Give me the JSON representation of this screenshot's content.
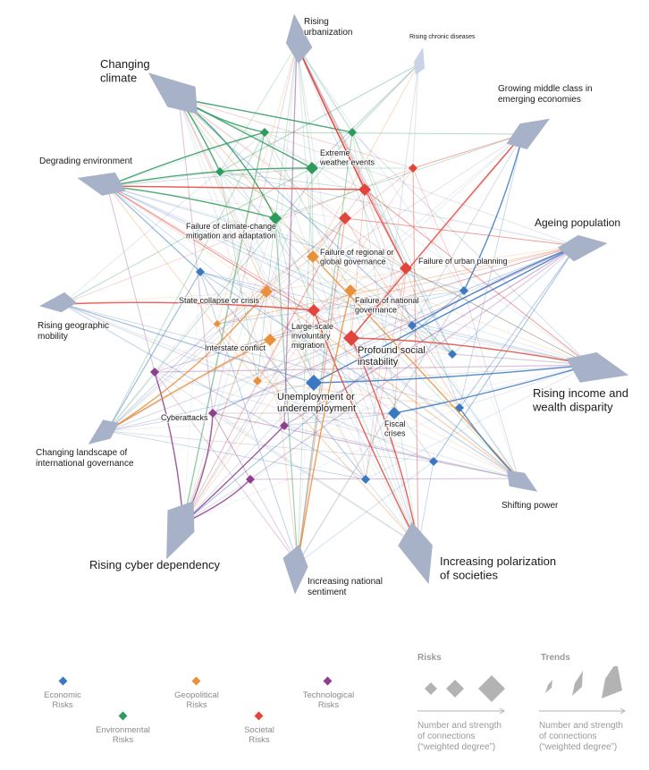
{
  "colors": {
    "economic": "#3A78C2",
    "environmental": "#2E9A5B",
    "geopolitical": "#E8903A",
    "societal": "#E2453B",
    "technological": "#8E3E8E",
    "trend": "#A7B1C7",
    "trend_light": "#C9D3E8",
    "legend_gray": "#B3B3B3"
  },
  "trends": [
    {
      "id": "urban",
      "label": "Rising\nurbanization",
      "size": "m"
    },
    {
      "id": "chronic",
      "label": "Rising chronic diseases",
      "size": "xs"
    },
    {
      "id": "middle",
      "label": "Growing middle class in\nemerging economies",
      "size": "m"
    },
    {
      "id": "ageing",
      "label": "Ageing population",
      "size": "m"
    },
    {
      "id": "income",
      "label": "Rising income and\nwealth disparity",
      "size": "l"
    },
    {
      "id": "shifting",
      "label": "Shifting power",
      "size": "s"
    },
    {
      "id": "polar",
      "label": "Increasing polarization\nof societies",
      "size": "l"
    },
    {
      "id": "national",
      "label": "Increasing national\nsentiment",
      "size": "m"
    },
    {
      "id": "cyber",
      "label": "Rising cyber dependency",
      "size": "l"
    },
    {
      "id": "landscape",
      "label": "Changing landscape of\ninternational governance",
      "size": "s"
    },
    {
      "id": "mobility",
      "label": "Rising geographic\nmobility",
      "size": "s"
    },
    {
      "id": "degrading",
      "label": "Degrading environment",
      "size": "m"
    },
    {
      "id": "climate",
      "label": "Changing\nclimate",
      "size": "l"
    }
  ],
  "risks": [
    {
      "id": "r1",
      "label": "",
      "cat": "environmental",
      "size": "s"
    },
    {
      "id": "r2",
      "label": "",
      "cat": "environmental",
      "size": "s"
    },
    {
      "id": "r3",
      "label": "Extreme\nweather events",
      "cat": "environmental",
      "size": "m"
    },
    {
      "id": "r4",
      "label": "",
      "cat": "societal",
      "size": "s"
    },
    {
      "id": "r5",
      "label": "",
      "cat": "environmental",
      "size": "s"
    },
    {
      "id": "r6",
      "label": "",
      "cat": "societal",
      "size": "m"
    },
    {
      "id": "r7",
      "label": "",
      "cat": "societal",
      "size": "m"
    },
    {
      "id": "r8",
      "label": "Failure of climate-change\nmitigation and adaptation",
      "cat": "environmental",
      "size": "m"
    },
    {
      "id": "r9",
      "label": "Failure of regional or\nglobal governance",
      "cat": "geopolitical",
      "size": "m"
    },
    {
      "id": "r10",
      "label": "Failure of urban planning",
      "cat": "societal",
      "size": "m"
    },
    {
      "id": "r11",
      "label": "",
      "cat": "economic",
      "size": "s"
    },
    {
      "id": "r12",
      "label": "State collapse or crisis",
      "cat": "geopolitical",
      "size": "m"
    },
    {
      "id": "r13",
      "label": "Failure of national\ngovernance",
      "cat": "geopolitical",
      "size": "m"
    },
    {
      "id": "r14",
      "label": "",
      "cat": "economic",
      "size": "s"
    },
    {
      "id": "r15",
      "label": "Large-scale\ninvoluntary\nmigration",
      "cat": "societal",
      "size": "m"
    },
    {
      "id": "r16",
      "label": "",
      "cat": "economic",
      "size": "s"
    },
    {
      "id": "r17",
      "label": "",
      "cat": "geopolitical",
      "size": "xs"
    },
    {
      "id": "r18",
      "label": "Interstate conflict",
      "cat": "geopolitical",
      "size": "m"
    },
    {
      "id": "r19",
      "label": "Profound social\ninstability",
      "cat": "societal",
      "size": "l"
    },
    {
      "id": "r20",
      "label": "",
      "cat": "economic",
      "size": "s"
    },
    {
      "id": "r21",
      "label": "",
      "cat": "technological",
      "size": "s"
    },
    {
      "id": "r22",
      "label": "",
      "cat": "geopolitical",
      "size": "s"
    },
    {
      "id": "r23",
      "label": "Unemployment or\nunderemployment",
      "cat": "economic",
      "size": "l"
    },
    {
      "id": "r24",
      "label": "Cyberattacks",
      "cat": "technological",
      "size": "s"
    },
    {
      "id": "r25",
      "label": "Fiscal\ncrises",
      "cat": "economic",
      "size": "m"
    },
    {
      "id": "r26",
      "label": "",
      "cat": "economic",
      "size": "s"
    },
    {
      "id": "r27",
      "label": "",
      "cat": "technological",
      "size": "s"
    },
    {
      "id": "r28",
      "label": "",
      "cat": "economic",
      "size": "s"
    },
    {
      "id": "r29",
      "label": "",
      "cat": "technological",
      "size": "s"
    },
    {
      "id": "r30",
      "label": "",
      "cat": "economic",
      "size": "s"
    }
  ],
  "legend": {
    "categories": [
      {
        "label": "Economic\nRisks",
        "cat": "economic"
      },
      {
        "label": "Environmental\nRisks",
        "cat": "environmental"
      },
      {
        "label": "Geopolitical\nRisks",
        "cat": "geopolitical"
      },
      {
        "label": "Societal\nRisks",
        "cat": "societal"
      },
      {
        "label": "Technological\nRisks",
        "cat": "technological"
      }
    ],
    "risks_title": "Risks",
    "trends_title": "Trends",
    "risks_note": "Number and strength\nof connections\n(“weighted degree”)",
    "trends_note": "Number and strength\nof connections\n(“weighted degree”)"
  }
}
